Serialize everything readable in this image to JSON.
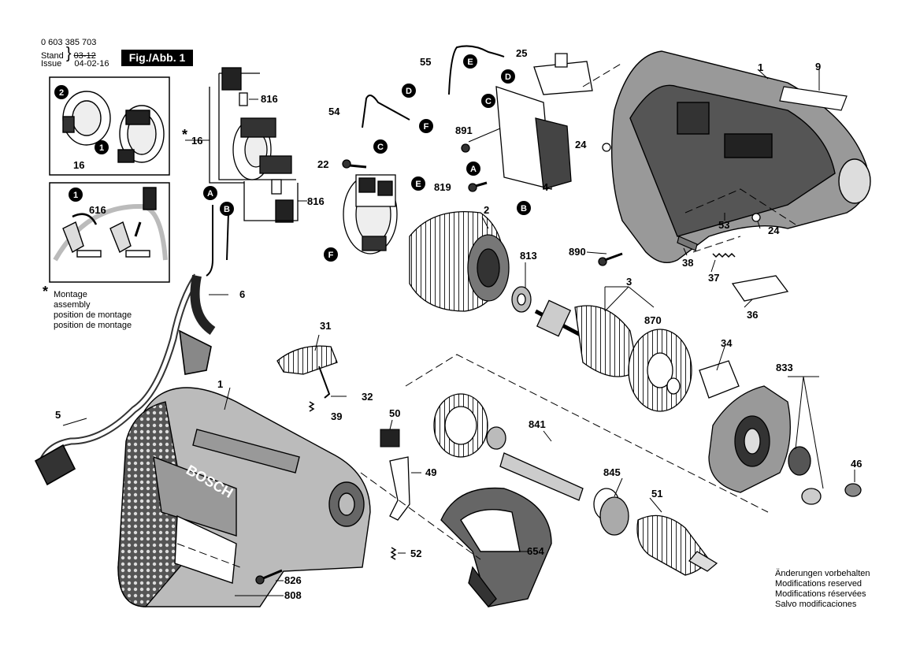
{
  "header": {
    "part_number": "0 603 385 703",
    "stand_label": "Stand",
    "stand_value": "03-12",
    "issue_label": "Issue",
    "issue_value": "04-02-16",
    "figure_label": "Fig./Abb. 1"
  },
  "assembly_note": {
    "symbol": "*",
    "lines": [
      "Montage",
      "assembly",
      "position de montage",
      "position de montage"
    ]
  },
  "modifications_note": [
    "Änderungen vorbehalten",
    "Modifications reserved",
    "Modifications réservées",
    "Salvo modificaciones"
  ],
  "brand_text": "BOSCH",
  "part_callouts": [
    "1",
    "2",
    "3",
    "4",
    "5",
    "6",
    "9",
    "16",
    "22",
    "24",
    "25",
    "31",
    "32",
    "34",
    "36",
    "37",
    "38",
    "39",
    "46",
    "49",
    "50",
    "51",
    "52",
    "53",
    "54",
    "55",
    "616",
    "654",
    "808",
    "813",
    "816",
    "819",
    "826",
    "833",
    "841",
    "845",
    "870",
    "890",
    "891"
  ],
  "connector_letters": [
    "A",
    "B",
    "C",
    "D",
    "E",
    "F"
  ],
  "inset_step_numbers": [
    "1",
    "2"
  ]
}
